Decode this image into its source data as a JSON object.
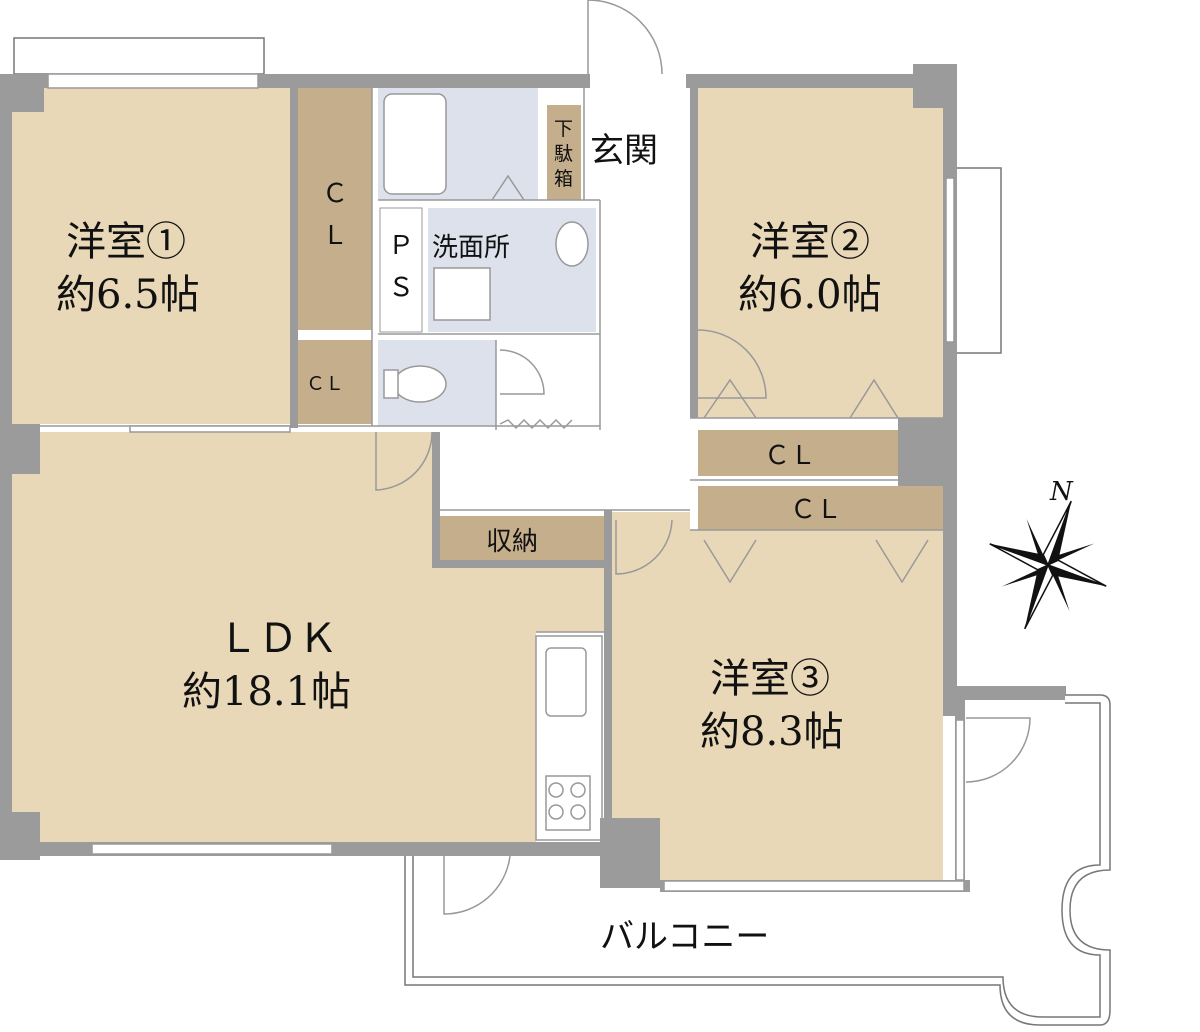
{
  "rooms": {
    "western1": {
      "name": "洋室①",
      "size": "約6.5帖"
    },
    "western2": {
      "name": "洋室②",
      "size": "約6.0帖"
    },
    "western3": {
      "name": "洋室③",
      "size": "約8.3帖"
    },
    "ldk": {
      "name": "ＬＤＫ",
      "size": "約18.1帖"
    },
    "entrance": "玄関",
    "washroom": "洗面所",
    "storage": "収納",
    "balcony": "バルコニー"
  },
  "closets": {
    "cl_label_vertical_1": "Ｃ",
    "cl_label_vertical_2": "Ｌ",
    "cl_small": "ＣＬ",
    "cl_upper": "ＣＬ",
    "cl_lower": "ＣＬ",
    "ps_1": "Ｐ",
    "ps_2": "Ｓ",
    "shoe_box_1": "下",
    "shoe_box_2": "駄",
    "shoe_box_3": "箱"
  },
  "compass": {
    "north_label": "N"
  },
  "colors": {
    "room_fill": "#E8D8B8",
    "closet_fill": "#C5AE8C",
    "wet_area_fill": "#DCE1EC",
    "wall_gray": "#9B9B9B",
    "hall_fill": "#FFFFFF"
  }
}
